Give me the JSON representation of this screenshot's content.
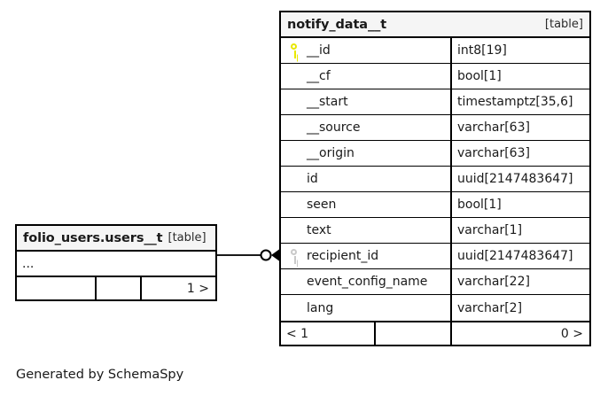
{
  "diagram": {
    "type": "entity-relationship-diagram",
    "generator_caption": "Generated by SchemaSpy",
    "tables": [
      {
        "id": "users",
        "name": "folio_users.users__t",
        "kind": "[table]",
        "collapsed": true,
        "ellipsis": "...",
        "footer": {
          "left": "",
          "middle": "",
          "right": "1 >"
        }
      },
      {
        "id": "notify",
        "name": "notify_data__t",
        "kind": "[table]",
        "collapsed": false,
        "columns": [
          {
            "key": "primary",
            "name": "__id",
            "type": "int8[19]"
          },
          {
            "key": "none",
            "name": "__cf",
            "type": "bool[1]"
          },
          {
            "key": "none",
            "name": "__start",
            "type": "timestamptz[35,6]"
          },
          {
            "key": "none",
            "name": "__source",
            "type": "varchar[63]"
          },
          {
            "key": "none",
            "name": "__origin",
            "type": "varchar[63]"
          },
          {
            "key": "none",
            "name": "id",
            "type": "uuid[2147483647]"
          },
          {
            "key": "none",
            "name": "seen",
            "type": "bool[1]"
          },
          {
            "key": "none",
            "name": "text",
            "type": "varchar[1]"
          },
          {
            "key": "foreign",
            "name": "recipient_id",
            "type": "uuid[2147483647]"
          },
          {
            "key": "none",
            "name": "event_config_name",
            "type": "varchar[22]"
          },
          {
            "key": "none",
            "name": "lang",
            "type": "varchar[2]"
          }
        ],
        "footer": {
          "left": "< 1",
          "middle": "",
          "right": "0 >"
        }
      }
    ],
    "relationship": {
      "from_table": "folio_users.users__t",
      "to_table": "notify_data__t",
      "to_column": "recipient_id",
      "source_marker": "circle-optional",
      "target_marker": "arrowhead"
    },
    "colors": {
      "border": "#000000",
      "header_background": "#f5f5f5",
      "primary_key_icon": "#e8e800",
      "foreign_key_icon": "#c9c9c9",
      "canvas": "#ffffff",
      "text": "#1a1a1a"
    }
  }
}
